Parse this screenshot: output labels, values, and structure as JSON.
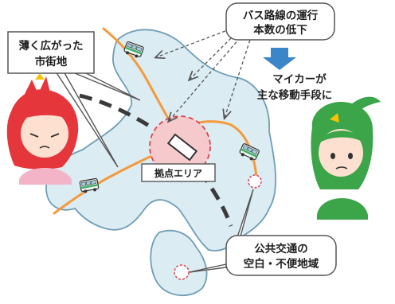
{
  "callouts": {
    "bus_decline": {
      "line1": "バス路線の運行",
      "line2": "本数の低下"
    },
    "car_main": {
      "line1": "マイカーが",
      "line2": "主な移動手段に"
    },
    "sparse_town": {
      "line1": "薄く広がった",
      "line2": "市街地"
    },
    "hub_area": {
      "label": "拠点エリア"
    },
    "transit_gap": {
      "line1": "公共交通の",
      "line2": "空白・不便地域"
    }
  },
  "colors": {
    "district_fill": "#dcecf3",
    "district_stroke": "#6f9db5",
    "bus_route": "#f39a3c",
    "hub_fill": "#f6c9cc",
    "hub_stroke": "#d9434f",
    "arrow_blue": "#3b86c8",
    "rail": "#3a3a3a",
    "callout_border": "#555555"
  },
  "icons": [
    "bus-icon",
    "rail-line",
    "station-icon",
    "pin-icon",
    "person-red-hair",
    "person-green-hair"
  ]
}
